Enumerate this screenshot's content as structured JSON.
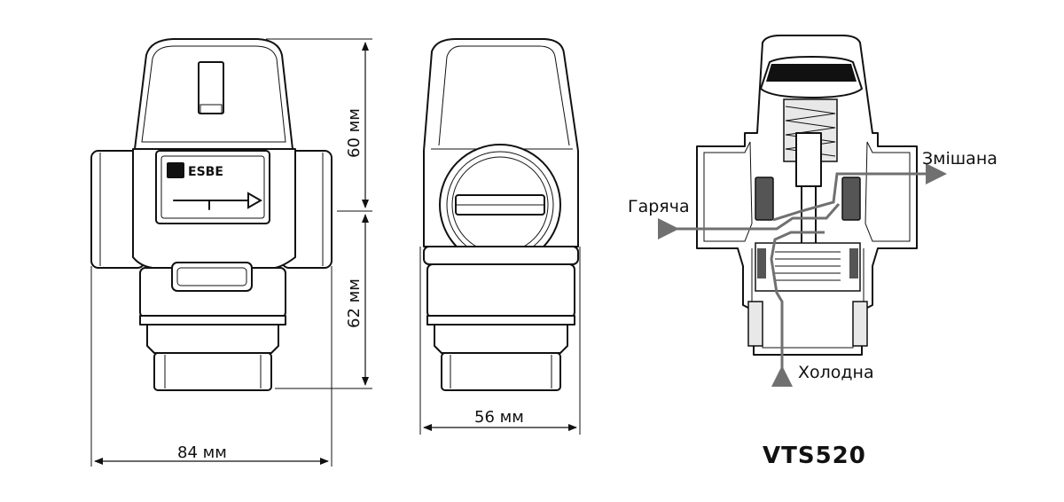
{
  "dimensions": {
    "height_upper": "60 мм",
    "height_lower": "62 мм",
    "width_front": "84 мм",
    "width_side": "56 мм"
  },
  "logo": {
    "brand_text": "ESBE"
  },
  "flows": {
    "hot": "Гаряча",
    "mixed": "Змішана",
    "cold": "Холодна"
  },
  "model": {
    "name": "VTS520"
  },
  "colors": {
    "line": "#111111",
    "flow_arrow": "#707070"
  }
}
